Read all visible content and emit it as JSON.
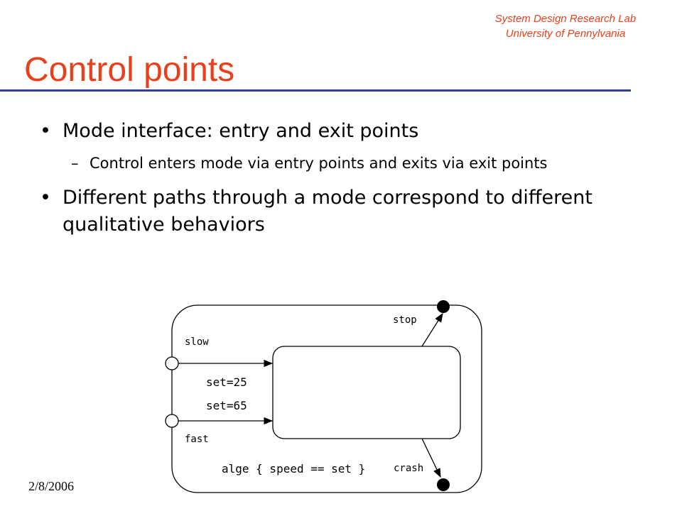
{
  "header": {
    "lab": "System Design Research Lab",
    "university": "University of Pennylvania"
  },
  "slide": {
    "title": "Control points",
    "bullets": [
      {
        "text": "Mode interface: entry and exit points",
        "subs": [
          "Control enters mode via entry points and exits via exit points"
        ]
      },
      {
        "text": "Different paths through a mode correspond to different qualitative behaviors"
      }
    ],
    "date": "2/8/2006"
  },
  "diagram": {
    "labels": {
      "slow": "slow",
      "fast": "fast",
      "set25": "set=25",
      "set65": "set=65",
      "stop": "stop",
      "crash": "crash",
      "invariant": "alge { speed == set }"
    }
  }
}
